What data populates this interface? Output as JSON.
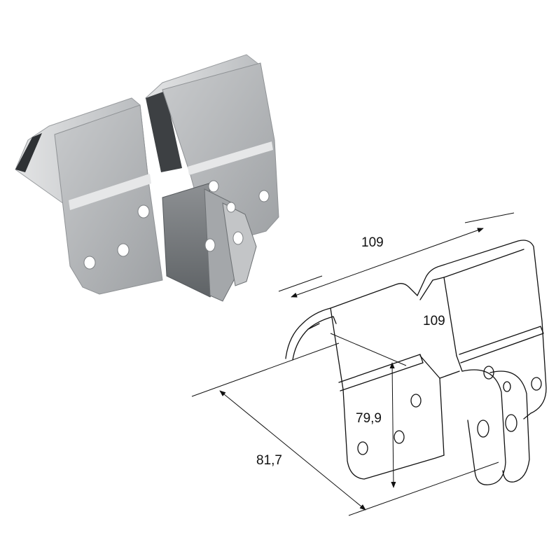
{
  "dimensions": {
    "length_top": "109",
    "length_side": "109",
    "height": "79,9",
    "depth": "81,7"
  },
  "colors": {
    "metal_light": "#d4d6d8",
    "metal_mid": "#aeb1b4",
    "metal_dark": "#6f7376",
    "line": "#111111"
  }
}
